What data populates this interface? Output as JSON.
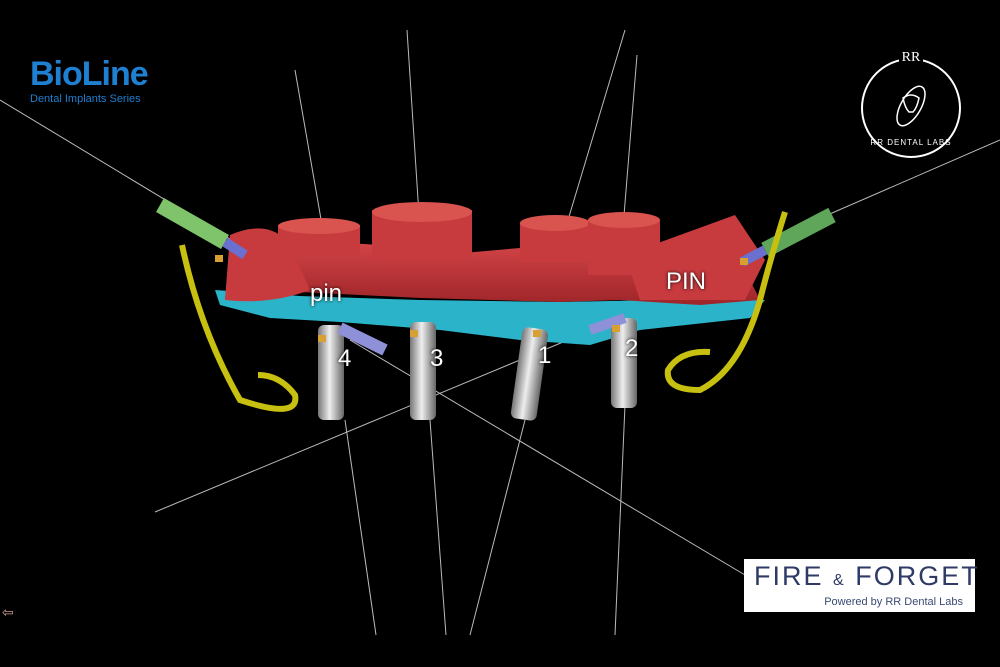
{
  "logos": {
    "bioline": {
      "name": "BioLine",
      "subtitle": "Dental Implants Series"
    },
    "rr": {
      "initials": "RR",
      "name": "RR DENTAL LABS"
    },
    "fire_forget": {
      "title_a": "FIRE",
      "amp": "&",
      "title_b": "FORGET",
      "powered": "Powered by RR Dental Labs"
    }
  },
  "labels": {
    "pin_left": "pin",
    "pin_right": "PIN",
    "implants": [
      "4",
      "3",
      "1",
      "2"
    ]
  },
  "nav": {
    "arrow": "⇦"
  },
  "colors": {
    "guide": "#c2393d",
    "base": "#2bb4c9",
    "pin": "#7fc46a",
    "wire": "#c8c010",
    "accent": "#1f7fd0"
  }
}
